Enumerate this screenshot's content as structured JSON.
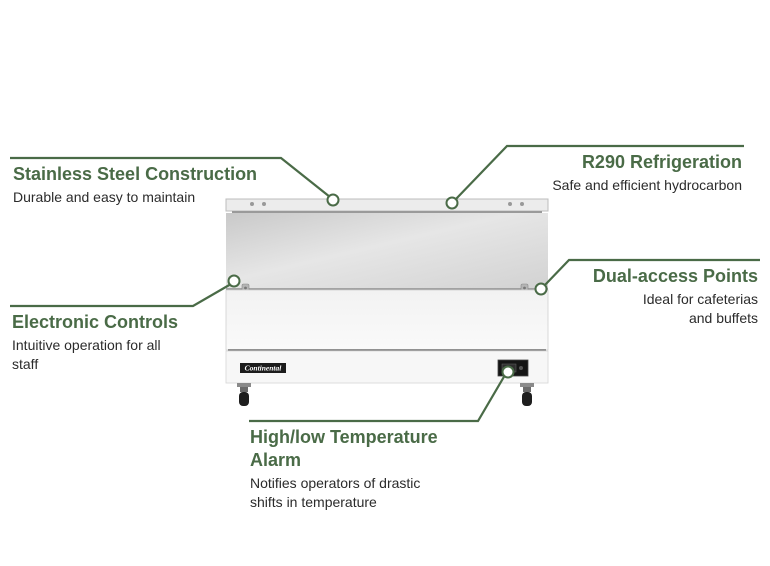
{
  "colors": {
    "accent": "#4a6b47",
    "text": "#2b2b2b",
    "steel": "#d9d9d9",
    "background": "#ffffff"
  },
  "product": {
    "brand": "Continental",
    "image": "stainless-steel-refrigerated-chest"
  },
  "callouts": [
    {
      "id": "stainless",
      "title": "Stainless Steel Construction",
      "desc": "Durable and easy to maintain"
    },
    {
      "id": "r290",
      "title": "R290 Refrigeration",
      "desc": "Safe and efficient hydrocarbon"
    },
    {
      "id": "dual",
      "title": "Dual-access Points",
      "desc": "Ideal for cafeterias and buffets"
    },
    {
      "id": "electronic",
      "title": "Electronic Controls",
      "desc": "Intuitive operation for all staff"
    },
    {
      "id": "alarm",
      "title": "High/low Temperature Alarm",
      "desc": "Notifies operators of drastic shifts in temperature"
    }
  ]
}
